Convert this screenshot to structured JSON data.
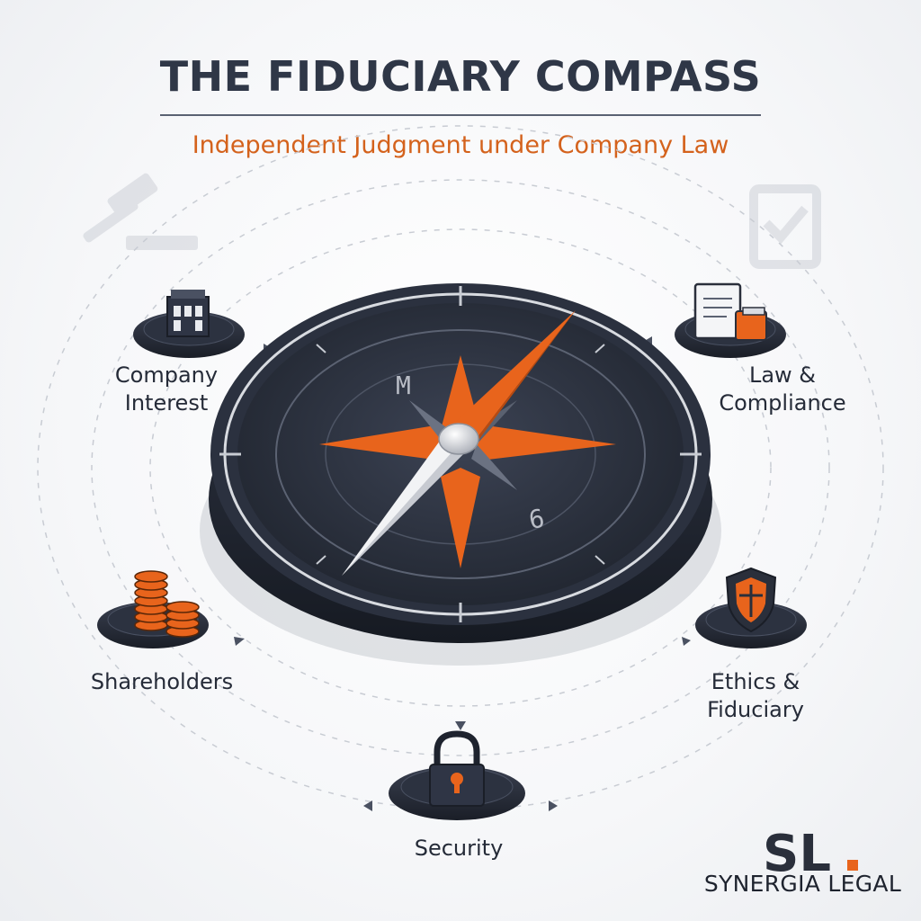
{
  "header": {
    "title": "THE FIDUCIARY COMPASS",
    "subtitle": "Independent Judgment under Company Law"
  },
  "nodes": {
    "company_interest": {
      "line1": "Company",
      "line2": "Interest",
      "icon": "building-icon"
    },
    "law_compliance": {
      "line1": "Law &",
      "line2": "Compliance",
      "icon": "document-icon"
    },
    "shareholders": {
      "label": "Shareholders",
      "icon": "coin-stack-icon"
    },
    "ethics_fiduciary": {
      "line1": "Ethics &",
      "line2": "Fiduciary",
      "icon": "shield-icon"
    },
    "security": {
      "label": "Security",
      "icon": "padlock-icon"
    }
  },
  "compass": {
    "dial_text_top": "M",
    "dial_text_bottom": "6"
  },
  "brand": {
    "logo_letters": "SL.",
    "name": "SYNERGIA LEGAL"
  },
  "colors": {
    "accent_orange": "#e8641c",
    "dark_navy": "#262c3b",
    "title_color": "#2f3747"
  }
}
